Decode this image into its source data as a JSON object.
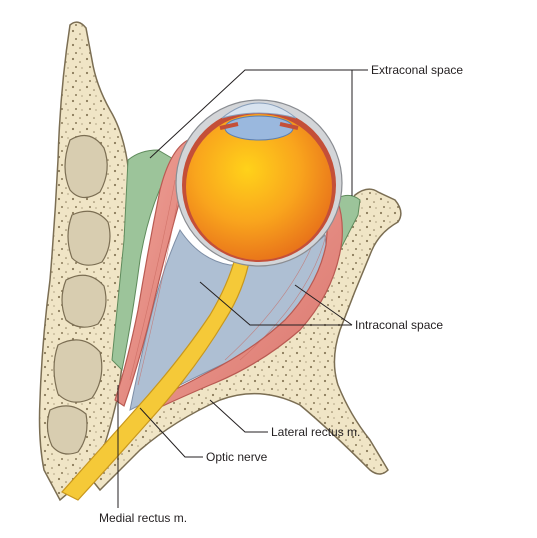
{
  "labels": {
    "extraconal_space": "Extraconal space",
    "intraconal_space": "Intraconal space",
    "lateral_rectus": "Lateral rectus m.",
    "optic_nerve": "Optic nerve",
    "medial_rectus": "Medial rectus m."
  },
  "colors": {
    "bone": "#efe4c3",
    "bone_outline": "#7b6e53",
    "fat_green": "#9cc49a",
    "intraconal_blue": "#aebfd3",
    "muscle_red": "#e58f87",
    "globe_orange": "#f7a21f",
    "optic_nerve_yellow": "#f5c938",
    "lens_blue": "#9ab8de",
    "leader_line": "#231f20"
  }
}
